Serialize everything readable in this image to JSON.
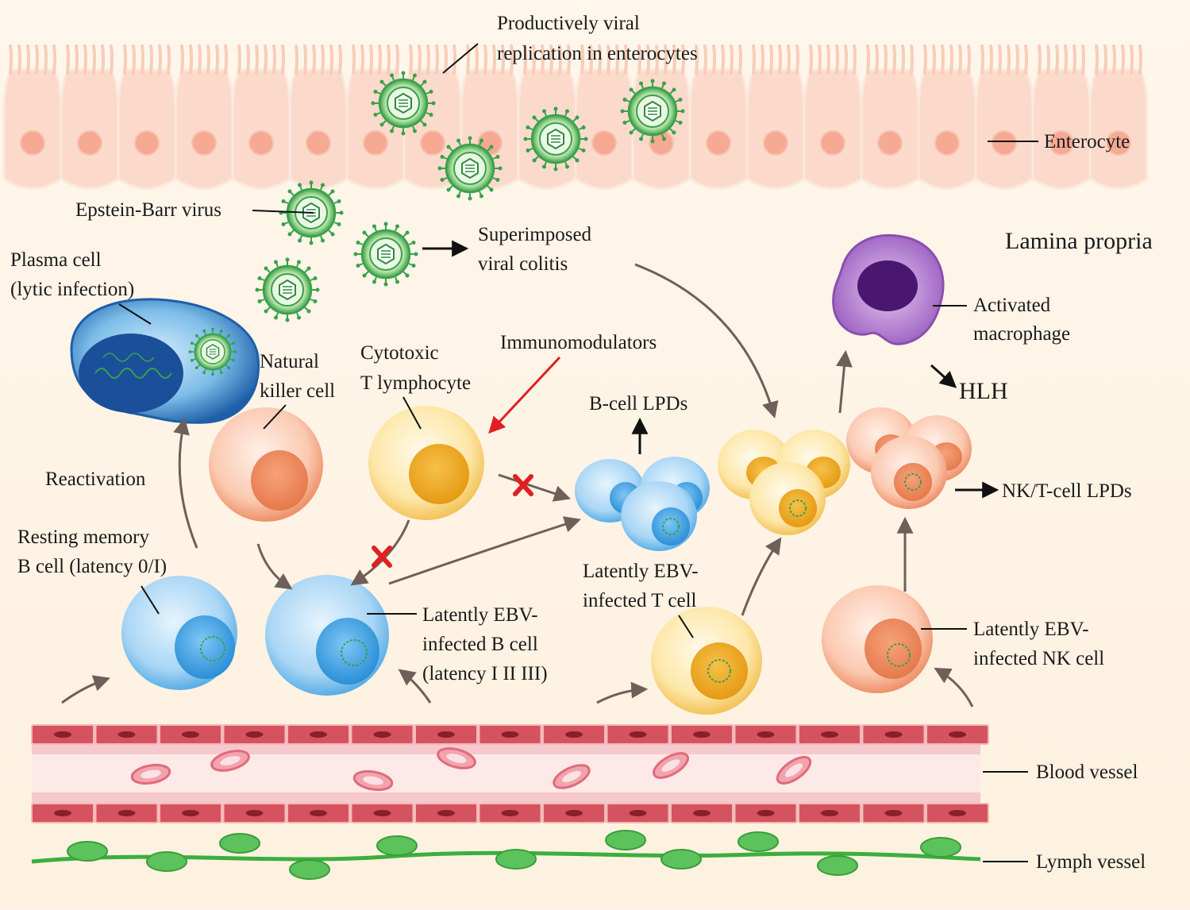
{
  "labels": {
    "productive_1": "Productively viral",
    "productive_2": "replication in enterocytes",
    "enterocyte": "Enterocyte",
    "ebv": "Epstein-Barr virus",
    "superimposed_1": "Superimposed",
    "superimposed_2": "viral colitis",
    "lamina_propria": "Lamina propria",
    "plasma_1": "Plasma cell",
    "plasma_2": "(lytic infection)",
    "activated_1": "Activated",
    "activated_2": "macrophage",
    "nk_1": "Natural",
    "nk_2": "killer cell",
    "ctl_1": "Cytotoxic",
    "ctl_2": "T lymphocyte",
    "immuno": "Immunomodulators",
    "bcell_lpd": "B-cell LPDs",
    "hlh": "HLH",
    "reactivation": "Reactivation",
    "nkt_lpd": "NK/T-cell LPDs",
    "resting_1": "Resting memory",
    "resting_2": "B cell (latency 0/I)",
    "latT_1": "Latently EBV-",
    "latT_2": "infected T cell",
    "latB_1": "Latently EBV-",
    "latB_2": "infected B cell",
    "latB_3": "(latency I II III)",
    "latNK_1": "Latently EBV-",
    "latNK_2": "infected NK cell",
    "blood": "Blood vessel",
    "lymph": "Lymph vessel"
  },
  "colors": {
    "background": "#fdf3e4",
    "enterocyte": "#f9c8b6",
    "virus": "#3aa14a",
    "b_cell": "#5aaee6",
    "t_cell": "#f3b53a",
    "nk_cell": "#ee9169",
    "macrophage": "#8a4fb0",
    "vessel": "#d4535f",
    "lymph": "#3cae3c",
    "inhibit": "#e02020",
    "arrow": "#6e6058"
  },
  "icons": [
    "virus-icon",
    "inhibition-x-icon"
  ]
}
